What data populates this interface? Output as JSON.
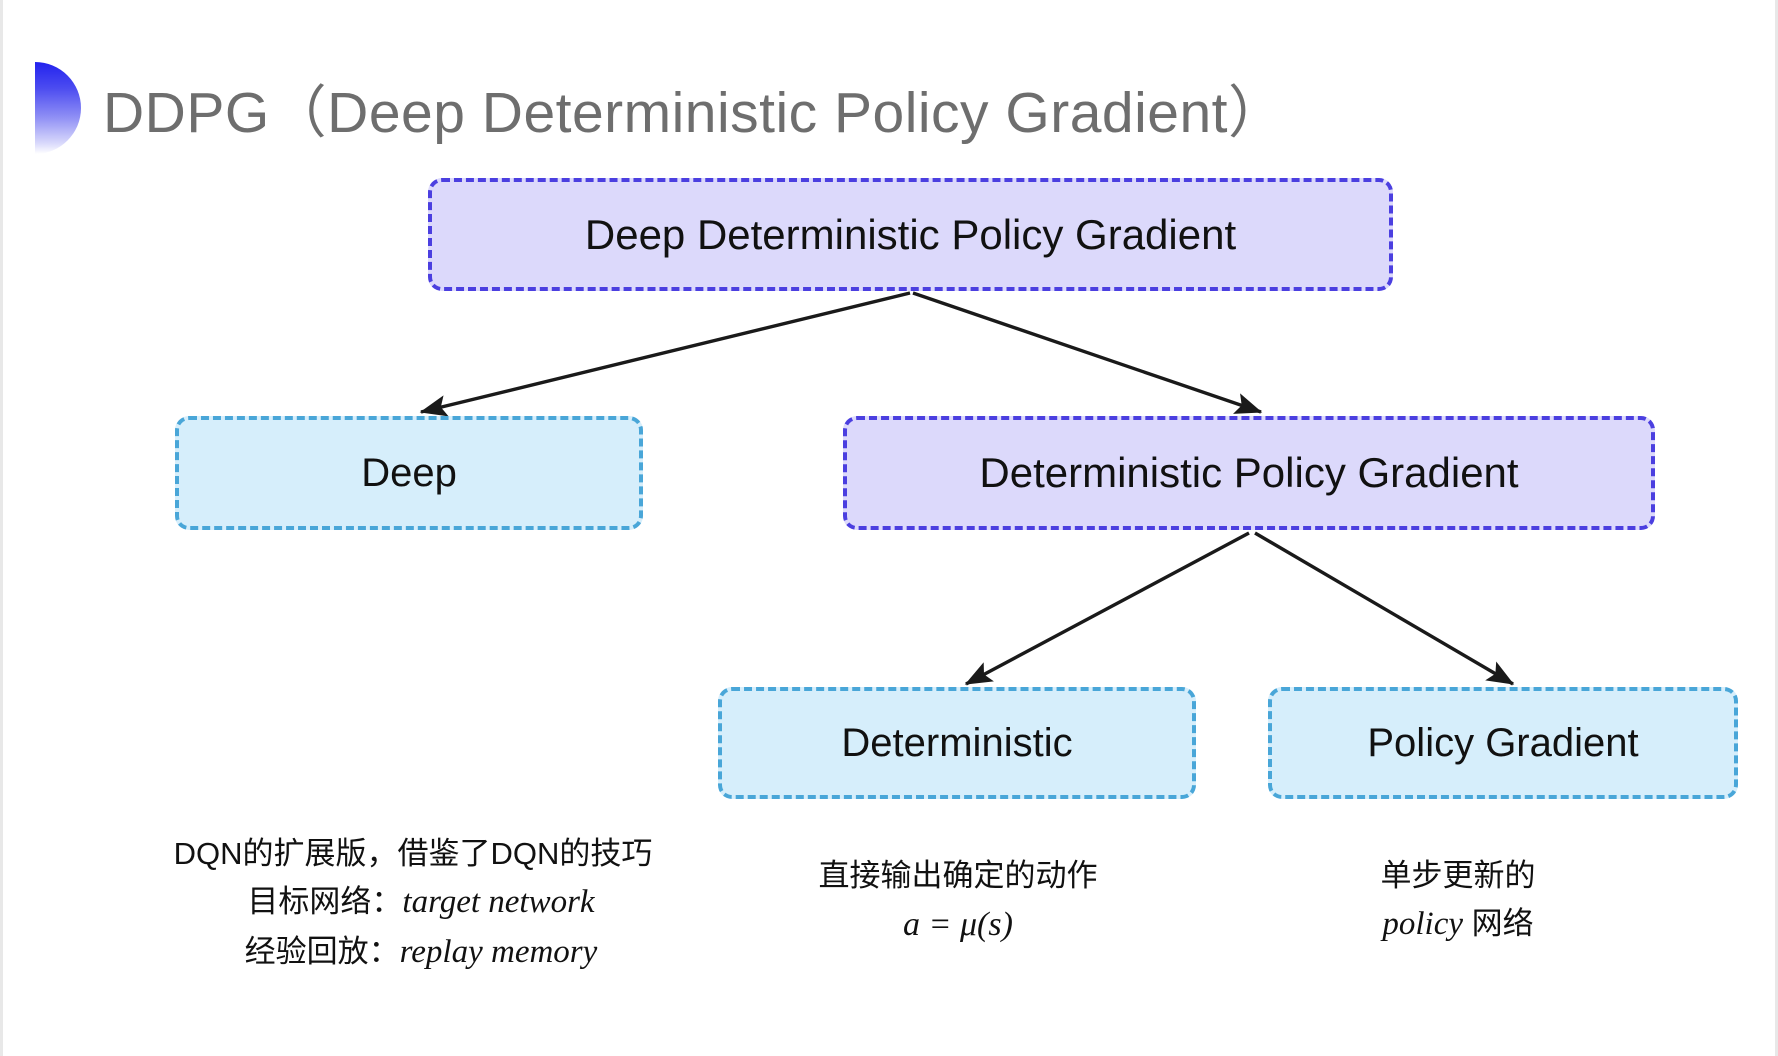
{
  "slide": {
    "title": "DDPG（Deep Deterministic Policy Gradient）",
    "background_color": "#ffffff",
    "title_color": "#6e6e6e",
    "bullet_gradient_from": "#2222ee",
    "bullet_gradient_to": "#ffffff"
  },
  "colors": {
    "purple_fill": "#dcd9fb",
    "purple_border": "#4b3fe0",
    "cyan_fill": "#d6eefb",
    "cyan_border": "#49a6d8",
    "arrow": "#1a1a1a",
    "text": "#111111"
  },
  "diagram": {
    "type": "tree",
    "nodes": [
      {
        "id": "root",
        "label": "Deep Deterministic Policy Gradient",
        "style": "purple"
      },
      {
        "id": "deep",
        "label": "Deep",
        "style": "cyan"
      },
      {
        "id": "dpg",
        "label": "Deterministic Policy Gradient",
        "style": "purple"
      },
      {
        "id": "det",
        "label": "Deterministic",
        "style": "cyan"
      },
      {
        "id": "pg",
        "label": "Policy Gradient",
        "style": "cyan"
      }
    ],
    "edges": [
      {
        "from": "root",
        "to": "deep"
      },
      {
        "from": "root",
        "to": "dpg"
      },
      {
        "from": "dpg",
        "to": "det"
      },
      {
        "from": "dpg",
        "to": "pg"
      }
    ]
  },
  "captions": {
    "deep": {
      "line1": "DQN的扩展版，借鉴了DQN的技巧",
      "line2_label": "目标网络：",
      "line2_value": "target network",
      "line3_label": "经验回放：",
      "line3_value": "replay memory"
    },
    "deterministic": {
      "line1": "直接输出确定的动作",
      "formula": "a = μ(s)"
    },
    "policy_gradient": {
      "line1": "单步更新的",
      "line2_value": "policy",
      "line2_suffix": " 网络"
    }
  }
}
